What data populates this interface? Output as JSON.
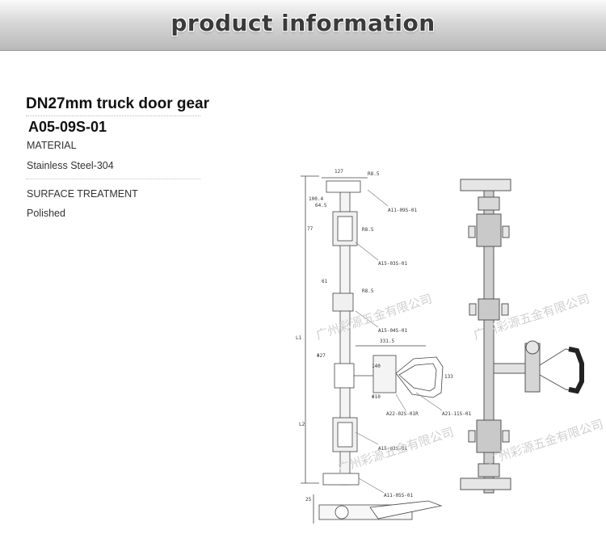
{
  "banner": {
    "title": "product information"
  },
  "product": {
    "name": "DN27mm truck door gear",
    "model": "A05-09S-01",
    "material_label": "MATERIAL",
    "material_value": "Stainless Steel-304",
    "surface_label": "SURFACE TREATMENT",
    "surface_value": "Polished"
  },
  "drawing": {
    "dimensions": [
      "127",
      "R8.5",
      "100.4",
      "64.5",
      "77",
      "R8.5",
      "61",
      "R8.5",
      "L1",
      "Φ27",
      "331.5",
      "140",
      "133",
      "Φ10",
      "L2",
      "25"
    ],
    "part_labels": [
      "A11-09S-01",
      "A15-03S-01",
      "A15-04S-01",
      "A22-02S-01R",
      "A21-11S-01",
      "A15-03S-01",
      "A11-05S-01"
    ]
  },
  "watermark": {
    "text": "广州彩源五金有限公司"
  }
}
